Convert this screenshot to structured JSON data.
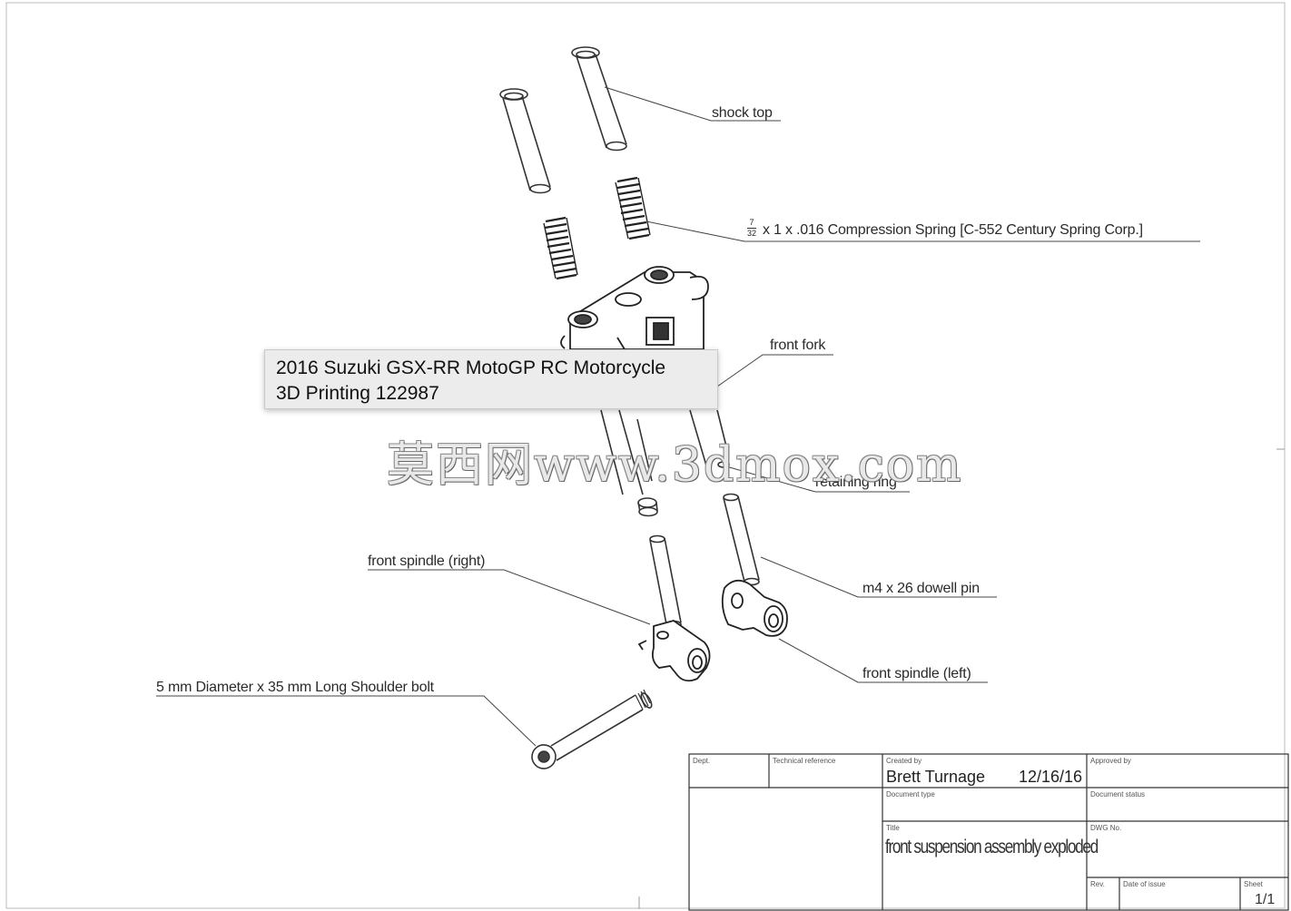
{
  "watermark": "莫西网www.3dmox.com",
  "tooltip": {
    "line1": "2016 Suzuki GSX-RR MotoGP RC Motorcycle",
    "line2": "3D Printing 122987"
  },
  "callouts": {
    "shock_top": "shock top",
    "spring_frac_num": "7",
    "spring_frac_den": "32",
    "spring": "x 1 x .016 Compression Spring [C-552 Century Spring Corp.]",
    "front_fork": "front fork",
    "retaining_ring": "retaining ring",
    "front_spindle_right": "front spindle (right)",
    "dowell_pin": "m4 x 26 dowell pin",
    "front_spindle_left": "front spindle (left)",
    "shoulder_bolt": "5 mm Diameter x 35 mm Long Shoulder bolt"
  },
  "title_block": {
    "dept_label": "Dept.",
    "tech_ref_label": "Technical reference",
    "created_by_label": "Created by",
    "created_by": "Brett Turnage",
    "date": "12/16/16",
    "approved_by_label": "Approved by",
    "doc_type_label": "Document type",
    "doc_status_label": "Document status",
    "title_label": "Title",
    "title": "front suspension assembly exploded",
    "dwg_no_label": "DWG No.",
    "rev_label": "Rev.",
    "date_of_issue_label": "Date of issue",
    "sheet_label": "Sheet",
    "sheet": "1/1"
  }
}
